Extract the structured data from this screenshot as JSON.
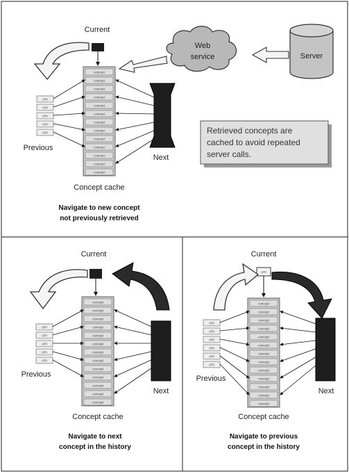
{
  "top_panel": {
    "current_label": "Current",
    "previous_label": "Previous",
    "next_label": "Next",
    "cache_label": "Concept cache",
    "web_service_label": [
      "Web",
      "service"
    ],
    "server_label": "Server",
    "note_lines": [
      "Retrieved concepts are",
      "cached to avoid repeated",
      "server calls."
    ],
    "caption_lines": [
      "Navigate to new concept",
      "not previously retrieved"
    ]
  },
  "bottom_left_panel": {
    "current_label": "Current",
    "previous_label": "Previous",
    "next_label": "Next",
    "cache_label": "Concept cache",
    "caption_lines": [
      "Navigate to next",
      "concept in the history"
    ]
  },
  "bottom_right_panel": {
    "current_label": "Current",
    "previous_label": "Previous",
    "next_label": "Next",
    "cache_label": "Concept cache",
    "caption_lines": [
      "Navigate to previous",
      "concept in the history"
    ]
  },
  "cache_item_label": "concept",
  "uri_label": "URI",
  "colors": {
    "panel_border": "#444444",
    "cache_fill": "#d6d6d6",
    "dark_fill": "#1e1e1e",
    "light_arrow_fill": "#f4f4f4",
    "note_fill": "#e0e0e0",
    "cloud_fill": "#b8b8b8",
    "server_fill": "#c4c4c4"
  }
}
